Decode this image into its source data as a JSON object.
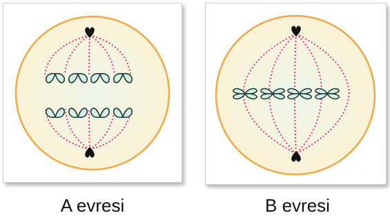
{
  "figures": [
    {
      "id": "a",
      "caption": "A evresi",
      "stage": "anaphase"
    },
    {
      "id": "b",
      "caption": "B evresi",
      "stage": "metaphase"
    }
  ],
  "colors": {
    "cell_fill": "#fbf3d6",
    "cell_border": "#f0a94a",
    "spindle": "#e0207a",
    "chromosome_fill": "#d8efe6",
    "chromosome_stroke": "#1f3b33",
    "centriole": "#111111"
  }
}
